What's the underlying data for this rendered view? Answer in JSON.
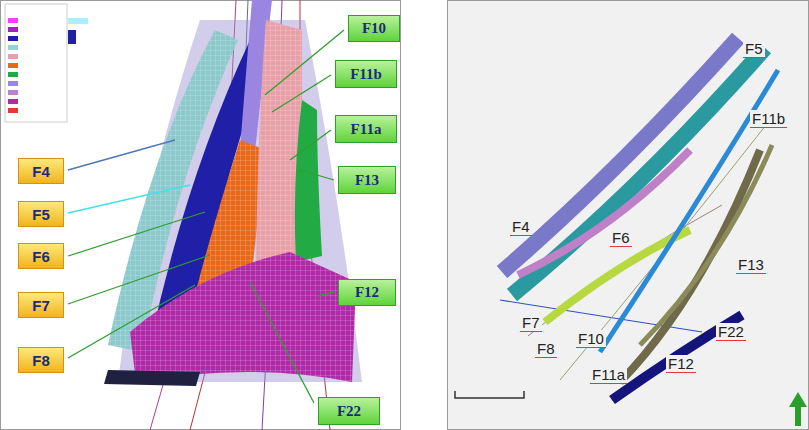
{
  "diagram": {
    "nodes": [
      {
        "text": [
          "F4"
        ]
      },
      {
        "text": [
          "F5"
        ]
      },
      {
        "text": [
          "F6"
        ]
      },
      {
        "text": [
          "F7"
        ]
      },
      {
        "text": [
          "F8"
        ]
      },
      {
        "text": [
          "F10"
        ]
      },
      {
        "text": [
          "F11b"
        ]
      },
      {
        "text": [
          "F11a"
        ]
      },
      {
        "text": [
          "F13"
        ]
      },
      {
        "text": [
          "F12"
        ]
      },
      {
        "text": [
          "F22"
        ]
      }
    ],
    "labels": [
      "F5",
      "F11b",
      "F4",
      "F6",
      "F13",
      "F7",
      "F22",
      "F8",
      "F10",
      "F12",
      "F11a"
    ]
  }
}
